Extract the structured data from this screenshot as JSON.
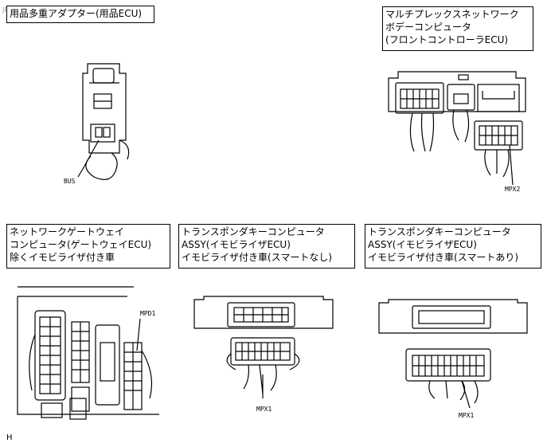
{
  "watermark": "JPN",
  "panels": {
    "p1": {
      "lines": [
        "用品多重アダプター(用品ECU)"
      ],
      "tag": "BUS"
    },
    "p2": {
      "lines": [
        "マルチプレックスネットワーク",
        "ボデーコンピュータ",
        "(フロントコントローラECU)"
      ],
      "tag": "MPX2"
    },
    "p3": {
      "lines": [
        "ネットワークゲートウェイ",
        "コンピュータ(ゲートウェイECU)",
        "除くイモビライザ付き車"
      ],
      "tag": "MPD1"
    },
    "p4": {
      "lines": [
        "トランスポンダキーコンピュータ",
        "ASSY(イモビライザECU)",
        "イモビライザ付き車(スマートなし)"
      ],
      "tag": "MPX1"
    },
    "p5": {
      "lines": [
        "トランスポンダキーコンピュータ",
        "ASSY(イモビライザECU)",
        "イモビライザ付き車(スマートあり)"
      ],
      "tag": "MPX1"
    }
  },
  "footer": "H"
}
